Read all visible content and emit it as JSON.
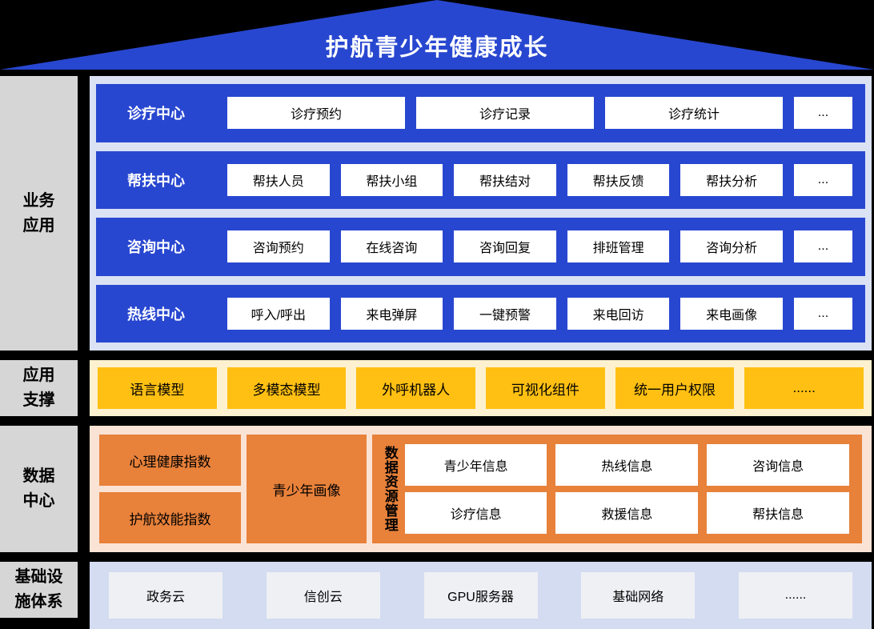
{
  "banner": {
    "title": "护航青少年健康成长"
  },
  "colors": {
    "primary_blue": "#2847D0",
    "panel_light_blue": "#DAE2F4",
    "accent_yellow": "#FFC013",
    "panel_cream": "#FDF1CF",
    "accent_orange": "#E8813A",
    "panel_peach": "#FAE3D4",
    "panel_lavender": "#D3DCF0",
    "infra_box_gray": "#EFF0F4",
    "side_label_gray": "#D6D6D6"
  },
  "business": {
    "label_line1": "业务",
    "label_line2": "应用",
    "rows": [
      {
        "label": "诊疗中心",
        "items": [
          "诊疗预约",
          "诊疗记录",
          "诊疗统计"
        ],
        "more": "..."
      },
      {
        "label": "帮扶中心",
        "items": [
          "帮扶人员",
          "帮扶小组",
          "帮扶结对",
          "帮扶反馈",
          "帮扶分析"
        ],
        "more": "..."
      },
      {
        "label": "咨询中心",
        "items": [
          "咨询预约",
          "在线咨询",
          "咨询回复",
          "排班管理",
          "咨询分析"
        ],
        "more": "..."
      },
      {
        "label": "热线中心",
        "items": [
          "呼入/呼出",
          "来电弹屏",
          "一键预警",
          "来电回访",
          "来电画像"
        ],
        "more": "..."
      }
    ]
  },
  "support": {
    "label_line1": "应用",
    "label_line2": "支撑",
    "items": [
      "语言模型",
      "多模态模型",
      "外呼机器人",
      "可视化组件",
      "统一用户权限",
      "......"
    ]
  },
  "datacenter": {
    "label_line1": "数据",
    "label_line2": "中心",
    "index_boxes": [
      "心理健康指数",
      "护航效能指数"
    ],
    "portrait_box": "青少年画像",
    "resource_label": "数据资源管理",
    "info_cells": [
      "青少年信息",
      "热线信息",
      "咨询信息",
      "诊疗信息",
      "救援信息",
      "帮扶信息"
    ]
  },
  "infrastructure": {
    "label_line1": "基础设",
    "label_line2": "施体系",
    "items": [
      "政务云",
      "信创云",
      "GPU服务器",
      "基础网络",
      "......"
    ]
  }
}
